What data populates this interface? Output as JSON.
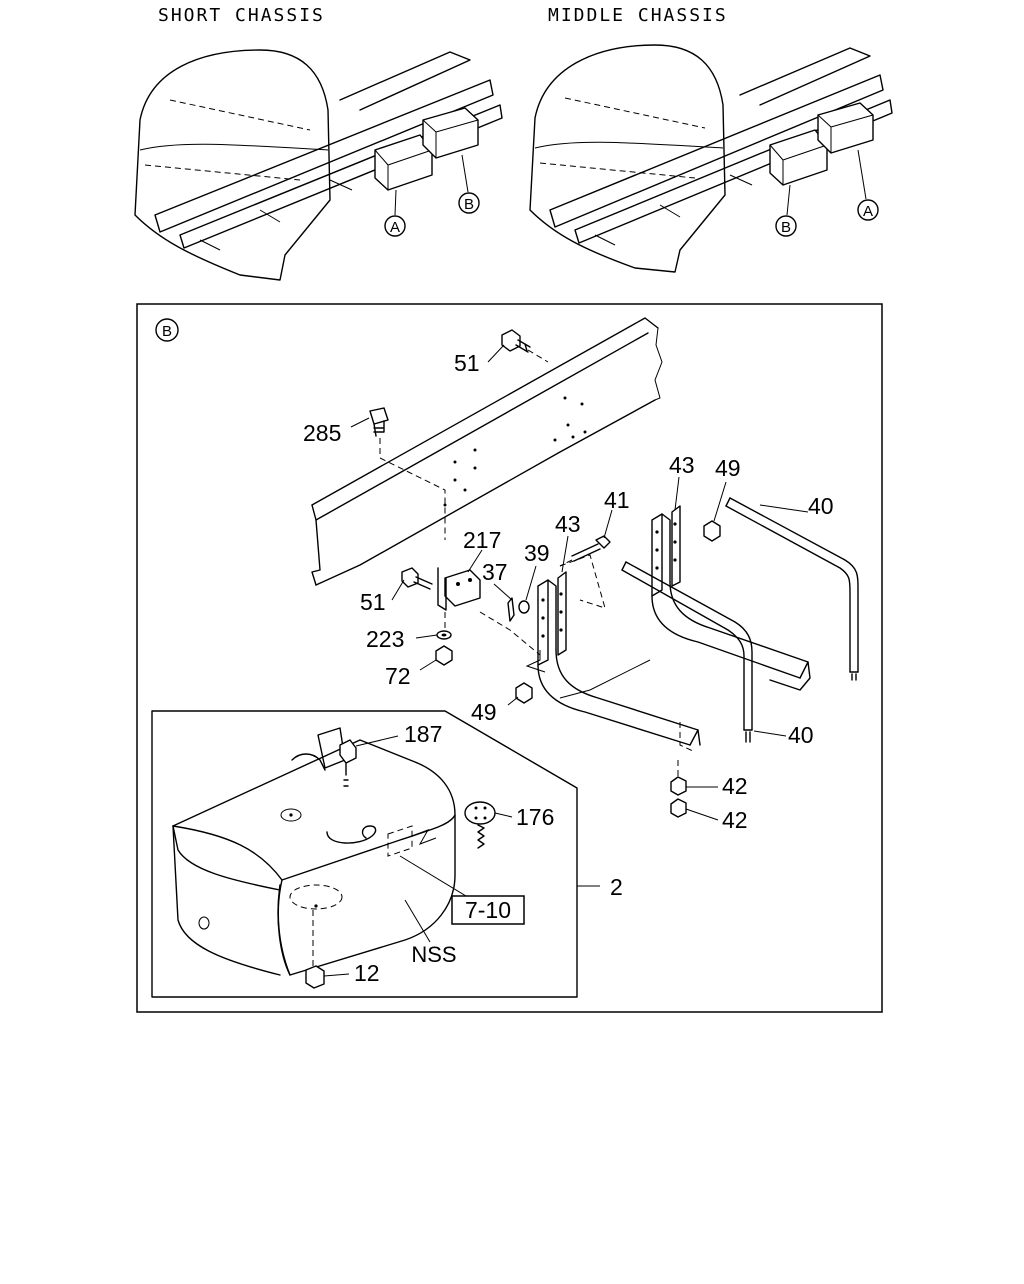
{
  "headers": {
    "short_chassis": "SHORT CHASSIS",
    "middle_chassis": "MIDDLE CHASSIS"
  },
  "overview": {
    "short_markers": [
      "A",
      "B"
    ],
    "middle_markers": [
      "B",
      "A"
    ]
  },
  "detail": {
    "marker": "B",
    "ref_box": "7-10",
    "nss": "NSS"
  },
  "callouts": [
    {
      "id": "c51a",
      "text": "51"
    },
    {
      "id": "c285",
      "text": "285"
    },
    {
      "id": "c43a",
      "text": "43"
    },
    {
      "id": "c49a",
      "text": "49"
    },
    {
      "id": "c40a",
      "text": "40"
    },
    {
      "id": "c41",
      "text": "41"
    },
    {
      "id": "c43b",
      "text": "43"
    },
    {
      "id": "c217",
      "text": "217"
    },
    {
      "id": "c39",
      "text": "39"
    },
    {
      "id": "c37",
      "text": "37"
    },
    {
      "id": "c51b",
      "text": "51"
    },
    {
      "id": "c223",
      "text": "223"
    },
    {
      "id": "c72",
      "text": "72"
    },
    {
      "id": "c49b",
      "text": "49"
    },
    {
      "id": "c40b",
      "text": "40"
    },
    {
      "id": "c42a",
      "text": "42"
    },
    {
      "id": "c42b",
      "text": "42"
    },
    {
      "id": "c187",
      "text": "187"
    },
    {
      "id": "c176",
      "text": "176"
    },
    {
      "id": "c2",
      "text": "2"
    },
    {
      "id": "c12",
      "text": "12"
    }
  ]
}
